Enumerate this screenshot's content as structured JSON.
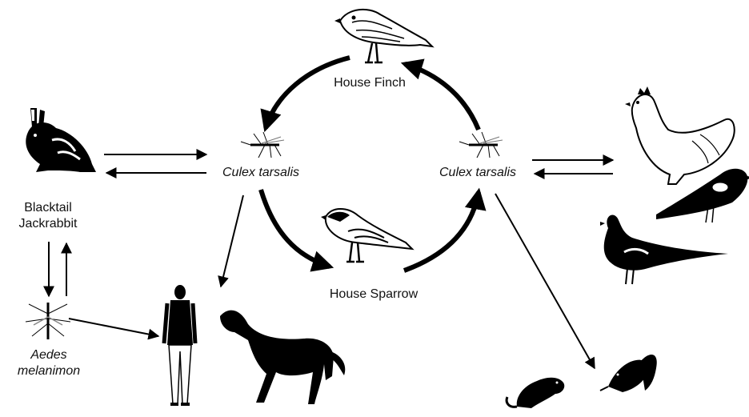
{
  "labels": {
    "house_finch": "House Finch",
    "house_sparrow": "House Sparrow",
    "culex_left": "Culex tarsalis",
    "culex_right": "Culex tarsalis",
    "jackrabbit_line1": "Blacktail",
    "jackrabbit_line2": "Jackrabbit",
    "aedes_line1": "Aedes",
    "aedes_line2": "melanimon"
  },
  "icons": [
    "house-finch-icon",
    "house-sparrow-icon",
    "mosquito-icon",
    "jackrabbit-icon",
    "human-icon",
    "horse-icon",
    "chicken-icon",
    "blackbird-icon",
    "pheasant-icon",
    "ground-squirrel-icon",
    "squirrel-icon"
  ],
  "colors": {
    "ink": "#000000",
    "background": "#ffffff"
  }
}
